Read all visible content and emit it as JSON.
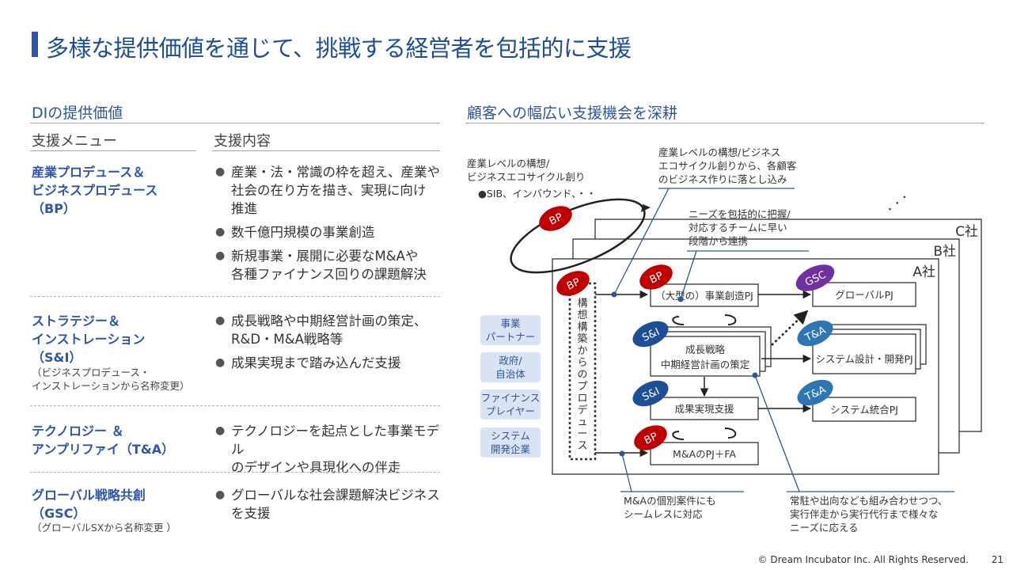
{
  "header": {
    "title": "多様な提供価値を通じて、挑戦する経営者を包括的に支援"
  },
  "left": {
    "section_title": "DIの提供価値",
    "col_menu": "支援メニュー",
    "col_content": "支援内容",
    "rows": [
      {
        "name": "産業プロデュース＆\nビジネスプロデュース\n（BP）",
        "note": "",
        "bullets": [
          "産業・法・常識の枠を超え、産業や\n社会の在り方を描き、実現に向け\n推進",
          "数千億円規模の事業創造",
          "新規事業・展開に必要なM&Aや\n各種ファイナンス回りの課題解決"
        ]
      },
      {
        "name": "ストラテジー＆\nインストレーション\n（S&I）",
        "note": "（ビジネスプロデュース・\nインストレーションから名称変更）",
        "bullets": [
          "成長戦略や中期経営計画の策定、\nR&D・M&A戦略等",
          "成果実現まで踏み込んだ支援"
        ]
      },
      {
        "name": "テクノロジー ＆\nアンプリファイ（T&A）",
        "note": "",
        "bullets": [
          "テクノロジーを起点とした事業モデル\nのデザインや具現化への伴走"
        ]
      },
      {
        "name": "グローバル戦略共創\n（GSC）",
        "note": "（グローバルSXから名称変更 ）",
        "bullets": [
          "グローバルな社会課題解決ビジネス\nを支援"
        ]
      }
    ]
  },
  "right": {
    "section_title": "顧客への幅広い支援機会を深耕",
    "callout_top_left": {
      "line1": "産業レベルの構想/",
      "line2": "ビジネスエコサイクル創り",
      "line3": "●SIB、インバウンド、・・"
    },
    "callout_top_mid": {
      "line1": "産業レベルの構想/ビジネス",
      "line2": "エコサイクル創りから、各顧客",
      "line3": "のビジネス作りに落とし込み"
    },
    "callout_needs": {
      "line1": "ニーズを包括的に把握/",
      "line2": "対応するチームに早い",
      "line3": "段階から連携"
    },
    "callout_bottom_left": {
      "line1": "M&Aの個別案件にも",
      "line2": "シームレスに対応"
    },
    "callout_bottom_right": {
      "line1": "常駐や出向なども組み合わせつつ、",
      "line2": "実行伴走から実行代行まで様々な",
      "line3": "ニーズに応える"
    },
    "companies": [
      "A社",
      "B社",
      "C社"
    ],
    "ellipsis": "・・・",
    "partners": [
      {
        "line1": "事業",
        "line2": "パートナー"
      },
      {
        "line1": "政府/",
        "line2": "自治体"
      },
      {
        "line1": "ファイナンス",
        "line2": "プレイヤー"
      },
      {
        "line1": "システム",
        "line2": "開発企業"
      }
    ],
    "vertical_label": [
      "構",
      "想",
      "構",
      "築",
      "か",
      "ら",
      "の",
      "プ",
      "ロ",
      "デ",
      "ュ",
      "ー",
      "ス"
    ],
    "boxes": {
      "pj_large": "（大型の）事業創造PJ",
      "growth_line1": "成長戦略",
      "growth_line2": "中期経営計画の策定",
      "results": "成果実現支援",
      "ma": "M&AのPJ＋FA",
      "global": "グローバルPJ",
      "system_design": "システム設計・開発PJ",
      "system_integ": "システム統合PJ"
    },
    "tags": {
      "bp": "BP",
      "si": "S&I",
      "ta": "T&A",
      "gsc": "GSC"
    },
    "colors": {
      "bp": "#c00000",
      "si": "#1f4e99",
      "ta": "#2e75b6",
      "gsc": "#7030a0",
      "partner_bg": "#dae3f3"
    }
  },
  "footer": {
    "copyright": "© Dream Incubator Inc. All Rights Reserved.",
    "page": "21"
  }
}
